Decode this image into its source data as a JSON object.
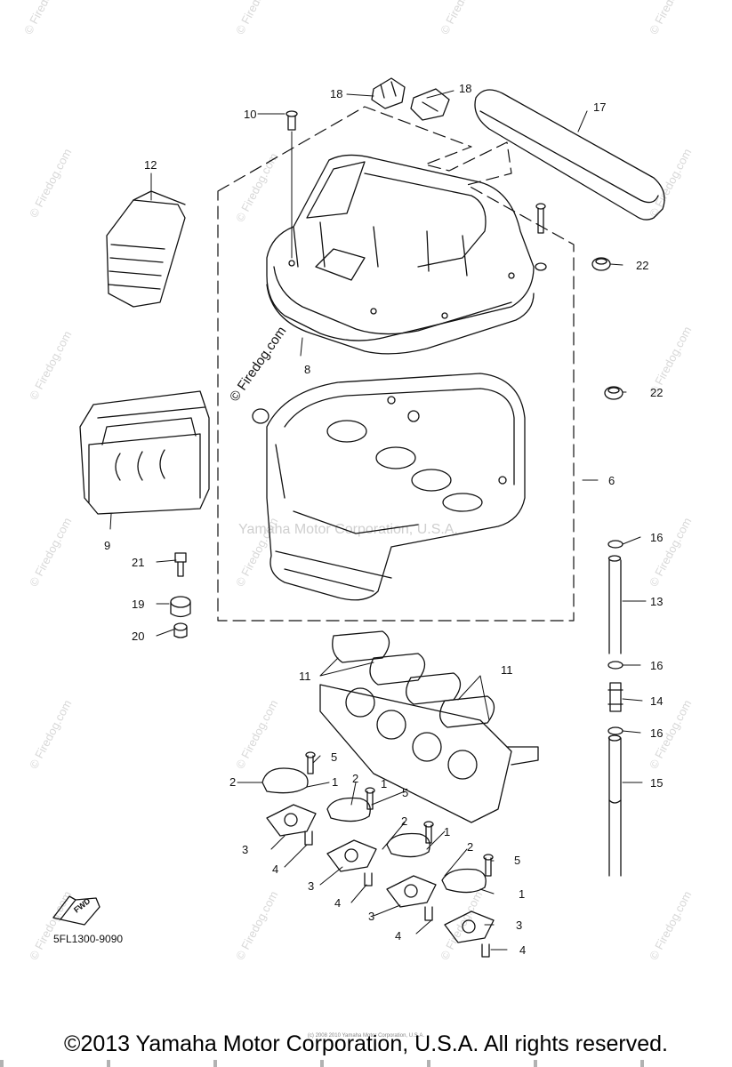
{
  "watermark": {
    "site": "© Firedog.com",
    "brand": "Yamaha Motor Corporation, U.S.A."
  },
  "firedog_label": "© Firedog.com",
  "diagram": {
    "callouts": {
      "c18a": "18",
      "c18b": "18",
      "c17": "17",
      "c10": "10",
      "c12": "12",
      "c22a": "22",
      "c22b": "22",
      "c8": "8",
      "c9": "9",
      "c6": "6",
      "c16a": "16",
      "c16b": "16",
      "c16c": "16",
      "c13": "13",
      "c14": "14",
      "c15": "15",
      "c21": "21",
      "c19": "19",
      "c20": "20",
      "c11a": "11",
      "c11b": "11",
      "c5a": "5",
      "c5b": "5",
      "c5c": "5",
      "c2a": "2",
      "c2b": "2",
      "c2c": "2",
      "c2d": "2",
      "c1a": "1",
      "c1b": "1",
      "c1c": "1",
      "c1d": "1",
      "c3a": "3",
      "c3b": "3",
      "c3c": "3",
      "c3d": "3",
      "c4a": "4",
      "c4b": "4",
      "c4c": "4",
      "c4d": "4"
    },
    "fwd_label": "FWD",
    "part_code": "5FL1300-9090"
  },
  "footer": {
    "copyright": "©2013 Yamaha Motor Corporation, U.S.A. All rights reserved.",
    "small_print": "(c) 2008 2010 Yamaha Motor Corporation, U.S.A."
  }
}
